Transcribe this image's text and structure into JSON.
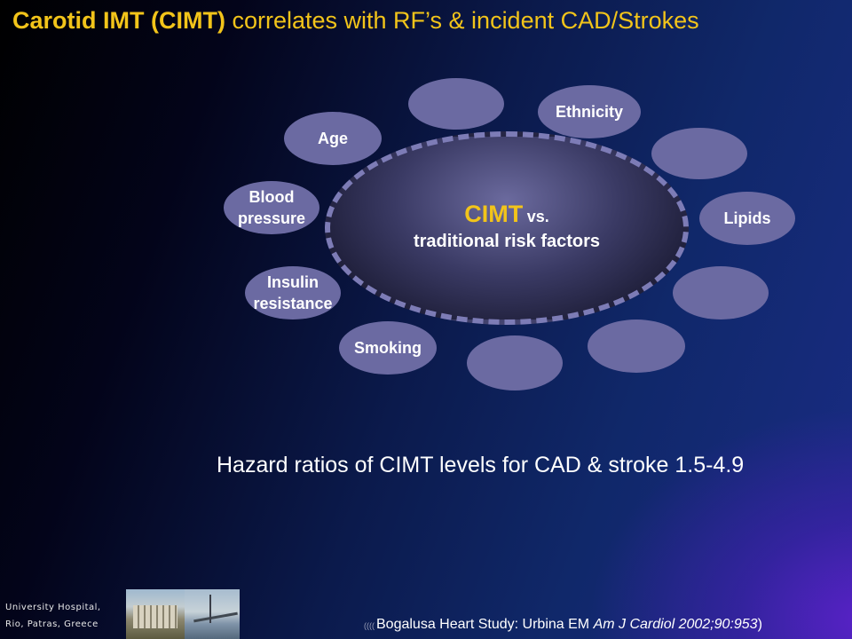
{
  "title": {
    "highlight": "Carotid IMT (CIMT)",
    "rest": " correlates with RF’s & incident CAD/Strokes"
  },
  "diagram": {
    "center": {
      "main": "CIMT",
      "vs": "vs.",
      "sub": "traditional risk factors"
    },
    "satellites": [
      {
        "label": "",
        "name": "satellite-empty-top"
      },
      {
        "label": "Ethnicity",
        "name": "satellite-ethnicity"
      },
      {
        "label": "",
        "name": "satellite-empty-upper-right"
      },
      {
        "label": "Lipids",
        "name": "satellite-lipids"
      },
      {
        "label": "",
        "name": "satellite-empty-right"
      },
      {
        "label": "",
        "name": "satellite-empty-lower-right"
      },
      {
        "label": "",
        "name": "satellite-empty-bottom"
      },
      {
        "label": "Smoking",
        "name": "satellite-smoking"
      },
      {
        "label": "Insulin resistance",
        "line1": "Insulin",
        "line2": "resistance",
        "name": "satellite-insulin-resistance"
      },
      {
        "label": "Blood pressure",
        "line1": "Blood",
        "line2": "pressure",
        "name": "satellite-blood-pressure"
      },
      {
        "label": "Age",
        "name": "satellite-age"
      }
    ]
  },
  "hazard_text": "Hazard ratios of CIMT levels for CAD & stroke 1.5-4.9",
  "institution": {
    "line1": "University Hospital,",
    "line2": "Rio, Patras, Greece"
  },
  "citation": {
    "prefix": "((((",
    "study": "Bogalusa Heart Study: Urbina EM ",
    "journal": "Am J Cardiol 2002;90:953",
    "suffix": ")"
  },
  "colors": {
    "title": "#f2c41a",
    "satellite": "#6b6aa2",
    "center_border": "#7d7cb6"
  }
}
